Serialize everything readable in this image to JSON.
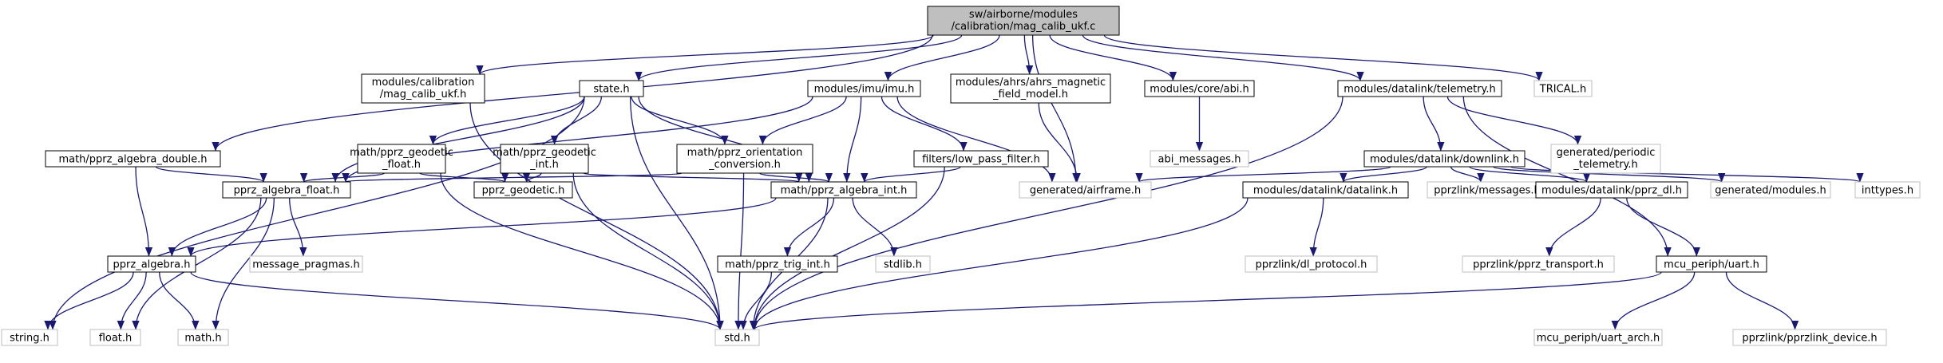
{
  "nodes": [
    {
      "id": "root",
      "lines": [
        "sw/airborne/modules",
        "/calibration/mag_calib_ukf.c"
      ],
      "style": "main"
    },
    {
      "id": "magcalibh",
      "lines": [
        "modules/calibration",
        "/mag_calib_ukf.h"
      ],
      "style": "doc"
    },
    {
      "id": "state",
      "lines": [
        "state.h"
      ],
      "style": "doc"
    },
    {
      "id": "imu",
      "lines": [
        "modules/imu/imu.h"
      ],
      "style": "doc"
    },
    {
      "id": "ahrsmag",
      "lines": [
        "modules/ahrs/ahrs_magnetic",
        "_field_model.h"
      ],
      "style": "doc"
    },
    {
      "id": "abi",
      "lines": [
        "modules/core/abi.h"
      ],
      "style": "doc"
    },
    {
      "id": "telemetry",
      "lines": [
        "modules/datalink/telemetry.h"
      ],
      "style": "doc"
    },
    {
      "id": "trical",
      "lines": [
        "TRICAL.h"
      ],
      "style": "ext"
    },
    {
      "id": "padouble",
      "lines": [
        "math/pprz_algebra_double.h"
      ],
      "style": "doc"
    },
    {
      "id": "geofloat",
      "lines": [
        "math/pprz_geodetic",
        "_float.h"
      ],
      "style": "doc"
    },
    {
      "id": "geoint",
      "lines": [
        "math/pprz_geodetic",
        "_int.h"
      ],
      "style": "doc"
    },
    {
      "id": "orient",
      "lines": [
        "math/pprz_orientation",
        "_conversion.h"
      ],
      "style": "doc"
    },
    {
      "id": "lowpass",
      "lines": [
        "filters/low_pass_filter.h"
      ],
      "style": "doc"
    },
    {
      "id": "abimsg",
      "lines": [
        "abi_messages.h"
      ],
      "style": "ext"
    },
    {
      "id": "downlink",
      "lines": [
        "modules/datalink/downlink.h"
      ],
      "style": "doc"
    },
    {
      "id": "periodic",
      "lines": [
        "generated/periodic",
        "_telemetry.h"
      ],
      "style": "ext"
    },
    {
      "id": "pafloat",
      "lines": [
        "pprz_algebra_float.h"
      ],
      "style": "doc"
    },
    {
      "id": "geodetic",
      "lines": [
        "pprz_geodetic.h"
      ],
      "style": "doc"
    },
    {
      "id": "paint",
      "lines": [
        "math/pprz_algebra_int.h"
      ],
      "style": "doc"
    },
    {
      "id": "airframe",
      "lines": [
        "generated/airframe.h"
      ],
      "style": "ext"
    },
    {
      "id": "datalink",
      "lines": [
        "modules/datalink/datalink.h"
      ],
      "style": "doc"
    },
    {
      "id": "pprzmsgs",
      "lines": [
        "pprzlink/messages.h"
      ],
      "style": "ext"
    },
    {
      "id": "pprzdl",
      "lines": [
        "modules/datalink/pprz_dl.h"
      ],
      "style": "doc"
    },
    {
      "id": "genmodules",
      "lines": [
        "generated/modules.h"
      ],
      "style": "ext"
    },
    {
      "id": "inttypes",
      "lines": [
        "inttypes.h"
      ],
      "style": "ext"
    },
    {
      "id": "pa",
      "lines": [
        "pprz_algebra.h"
      ],
      "style": "doc"
    },
    {
      "id": "msgpragmas",
      "lines": [
        "message_pragmas.h"
      ],
      "style": "ext"
    },
    {
      "id": "trigint",
      "lines": [
        "math/pprz_trig_int.h"
      ],
      "style": "doc"
    },
    {
      "id": "stdlib",
      "lines": [
        "stdlib.h"
      ],
      "style": "ext"
    },
    {
      "id": "dlproto",
      "lines": [
        "pprzlink/dl_protocol.h"
      ],
      "style": "ext"
    },
    {
      "id": "pprztransport",
      "lines": [
        "pprzlink/pprz_transport.h"
      ],
      "style": "ext"
    },
    {
      "id": "uart",
      "lines": [
        "mcu_periph/uart.h"
      ],
      "style": "doc"
    },
    {
      "id": "string",
      "lines": [
        "string.h"
      ],
      "style": "ext"
    },
    {
      "id": "float",
      "lines": [
        "float.h"
      ],
      "style": "ext"
    },
    {
      "id": "math",
      "lines": [
        "math.h"
      ],
      "style": "ext"
    },
    {
      "id": "std",
      "lines": [
        "std.h"
      ],
      "style": "ext"
    },
    {
      "id": "uartarch",
      "lines": [
        "mcu_periph/uart_arch.h"
      ],
      "style": "ext"
    },
    {
      "id": "pprzdevice",
      "lines": [
        "pprzlink/pprzlink_device.h"
      ],
      "style": "ext"
    }
  ],
  "edges": [
    [
      "root",
      "magcalibh"
    ],
    [
      "root",
      "state"
    ],
    [
      "root",
      "imu"
    ],
    [
      "root",
      "ahrsmag"
    ],
    [
      "root",
      "abi"
    ],
    [
      "root",
      "telemetry"
    ],
    [
      "root",
      "trical"
    ],
    [
      "root",
      "padouble"
    ],
    [
      "root",
      "airframe"
    ],
    [
      "magcalibh",
      "std"
    ],
    [
      "state",
      "pafloat"
    ],
    [
      "state",
      "geofloat"
    ],
    [
      "state",
      "geoint"
    ],
    [
      "state",
      "orient"
    ],
    [
      "state",
      "paint"
    ],
    [
      "state",
      "std"
    ],
    [
      "state",
      "string"
    ],
    [
      "imu",
      "pafloat"
    ],
    [
      "imu",
      "orient"
    ],
    [
      "imu",
      "paint"
    ],
    [
      "imu",
      "lowpass"
    ],
    [
      "imu",
      "airframe"
    ],
    [
      "ahrsmag",
      "airframe"
    ],
    [
      "abi",
      "abimsg"
    ],
    [
      "telemetry",
      "downlink"
    ],
    [
      "telemetry",
      "periodic"
    ],
    [
      "telemetry",
      "uart"
    ],
    [
      "telemetry",
      "std"
    ],
    [
      "padouble",
      "pafloat"
    ],
    [
      "padouble",
      "pa"
    ],
    [
      "geofloat",
      "pafloat"
    ],
    [
      "geofloat",
      "geodetic"
    ],
    [
      "geofloat",
      "std"
    ],
    [
      "geoint",
      "geodetic"
    ],
    [
      "geoint",
      "paint"
    ],
    [
      "geoint",
      "std"
    ],
    [
      "orient",
      "pafloat"
    ],
    [
      "orient",
      "paint"
    ],
    [
      "orient",
      "std"
    ],
    [
      "lowpass",
      "paint"
    ],
    [
      "lowpass",
      "std"
    ],
    [
      "downlink",
      "airframe"
    ],
    [
      "downlink",
      "datalink"
    ],
    [
      "downlink",
      "pprzmsgs"
    ],
    [
      "downlink",
      "pprzdl"
    ],
    [
      "downlink",
      "genmodules"
    ],
    [
      "downlink",
      "inttypes"
    ],
    [
      "pafloat",
      "pa"
    ],
    [
      "pafloat",
      "float"
    ],
    [
      "pafloat",
      "math"
    ],
    [
      "pafloat",
      "msgpragmas"
    ],
    [
      "paint",
      "pa"
    ],
    [
      "paint",
      "trigint"
    ],
    [
      "paint",
      "stdlib"
    ],
    [
      "paint",
      "std"
    ],
    [
      "datalink",
      "dlproto"
    ],
    [
      "datalink",
      "std"
    ],
    [
      "pprzdl",
      "pprztransport"
    ],
    [
      "pprzdl",
      "uart"
    ],
    [
      "pa",
      "string"
    ],
    [
      "pa",
      "float"
    ],
    [
      "pa",
      "math"
    ],
    [
      "pa",
      "std"
    ],
    [
      "trigint",
      "std"
    ],
    [
      "uart",
      "std"
    ],
    [
      "uart",
      "uartarch"
    ],
    [
      "uart",
      "pprzdevice"
    ]
  ]
}
